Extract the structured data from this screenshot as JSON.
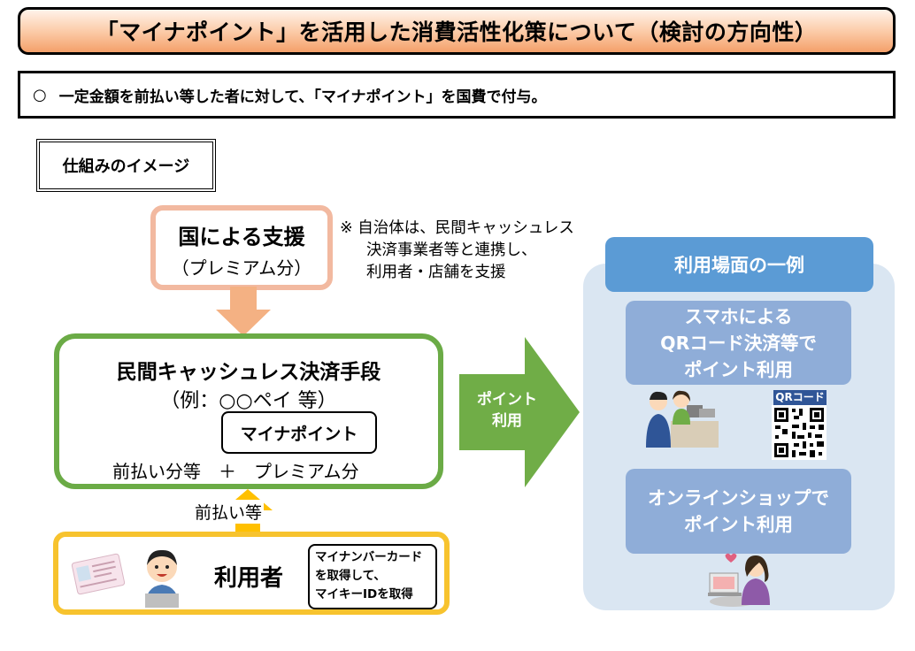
{
  "title": "「マイナポイント」を活用した消費活性化策について（検討の方向性）",
  "summary": {
    "bullet": "○",
    "text": "一定金額を前払い等した者に対して、「マイナポイント」を国費で付与。"
  },
  "mechanism_label": "仕組みのイメージ",
  "gov_support": {
    "title": "国による支援",
    "sub": "（プレミアム分）"
  },
  "note": [
    "※ 自治体は、民間キャッシュレス",
    "決済事業者等と連携し、",
    "利用者・店舗を支援"
  ],
  "cashless": {
    "title": "民間キャッシュレス決済手段",
    "example": "（例：○○ペイ 等）",
    "mynapoint": "マイナポイント",
    "breakdown": "前払い分等　＋　プレミアム分"
  },
  "prepaid_label": "前払い等",
  "user": {
    "label": "利用者",
    "card_text": [
      "マイナンバーカード",
      "を取得して、",
      "マイキーIDを取得"
    ]
  },
  "point_use_arrow": [
    "ポイント",
    "利用"
  ],
  "usage_panel": {
    "title": "利用場面の一例",
    "item1": [
      "スマホによる",
      "QRコード決済等で",
      "ポイント利用"
    ],
    "qr_label": "QRコード",
    "item2": [
      "オンラインショップで",
      "ポイント利用"
    ]
  },
  "colors": {
    "gov_border": "#f2b9a0",
    "cashless_border": "#6bab46",
    "user_border": "#f7c32e",
    "arrow_green": "#70ad47",
    "panel_bg": "#dae6f2",
    "panel_title": "#5b9bd5",
    "usage_item": "#8fadd8"
  }
}
